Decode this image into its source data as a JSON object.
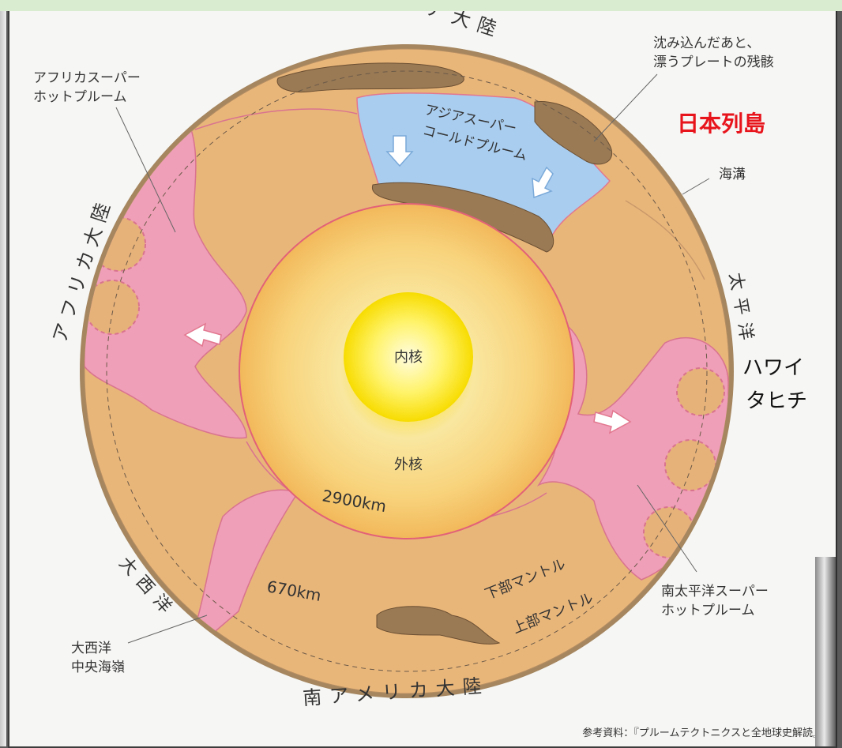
{
  "labels": {
    "eurasia": "ユーラシア大陸",
    "africa_continent": "アフリカ大陸",
    "pacific": "太平洋",
    "atlantic": "大西洋",
    "south_america": "南アメリカ大陸",
    "africa_plume_line1": "アフリカスーパー",
    "africa_plume_line2": "ホットプルーム",
    "remnant_line1": "沈み込んだあと、",
    "remnant_line2": "漂うプレートの残骸",
    "japan": "日本列島",
    "trench": "海溝",
    "asia_plume_line1": "アジアスーパー",
    "asia_plume_line2": "コールドプルーム",
    "inner_core": "内核",
    "outer_core": "外核",
    "depth_core": "2900km",
    "depth_upper": "670km",
    "lower_mantle": "下部マントル",
    "upper_mantle": "上部マントル",
    "hawaii": "ハワイ",
    "tahiti": "タヒチ",
    "south_pacific_plume_line1": "南太平洋スーパー",
    "south_pacific_plume_line2": "ホットプルーム",
    "ridge_line1": "大西洋",
    "ridge_line2": "中央海嶺",
    "source": "参考資料：『プルームテクトニクスと全地球史解読』"
  },
  "colors": {
    "mantle": "#e9b67a",
    "hot_plume": "#ef9fb8",
    "cold_plume": "#a9cdef",
    "crust": "#9a7a55",
    "outer_core": "#f7c94a",
    "inner_core": "#fff200",
    "japan_label": "#e8141c"
  }
}
